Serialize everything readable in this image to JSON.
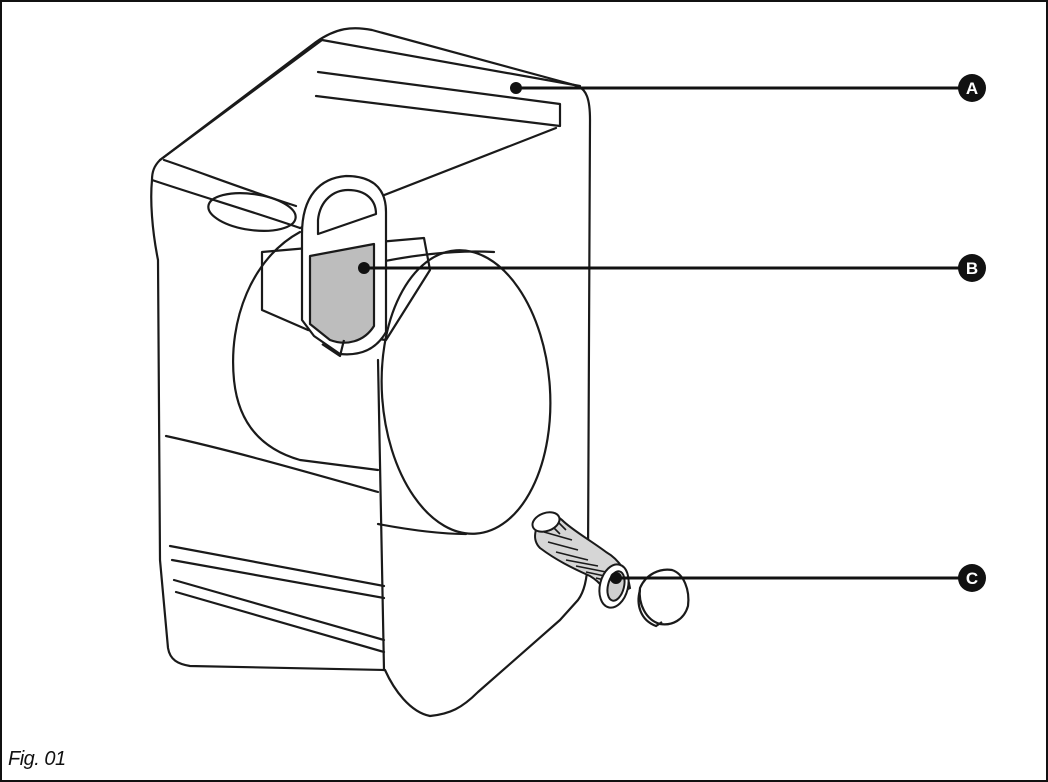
{
  "figure": {
    "caption": "Fig. 01",
    "callouts": [
      {
        "letter": "A"
      },
      {
        "letter": "B"
      },
      {
        "letter": "C"
      }
    ]
  }
}
